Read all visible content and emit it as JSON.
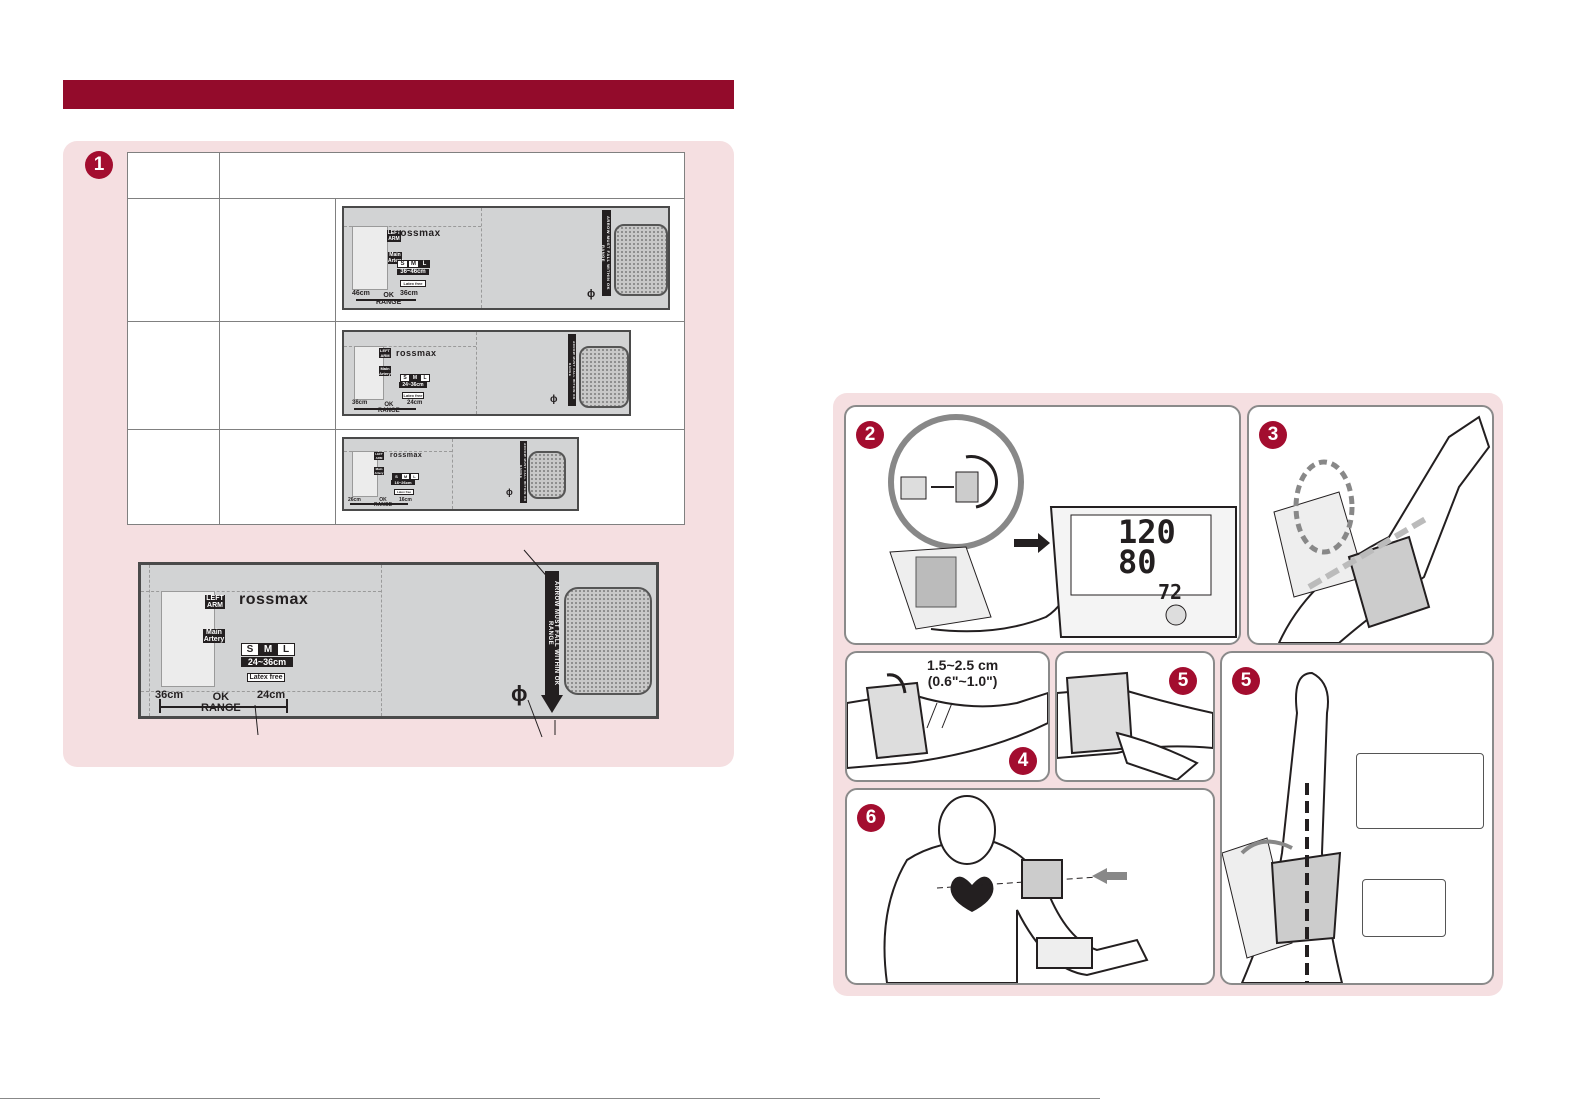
{
  "left": {
    "step_badge": "1",
    "cuffs": [
      {
        "brand": "rossmax",
        "arm_tag": "LEFT ARM",
        "artery_tag": "Main Artery",
        "sizes": [
          "S",
          "M",
          "L"
        ],
        "selected_size": "L",
        "range": "36~46cm",
        "latex": "Latex free",
        "range_min": "46cm",
        "range_max": "36cm",
        "ok": "OK",
        "range_word": "RANGE",
        "arrow_text": "ARROW MUST FALL WITHIN OK RANGE",
        "phi": "ϕ"
      },
      {
        "brand": "rossmax",
        "arm_tag": "LEFT ARM",
        "artery_tag": "Main Artery",
        "sizes": [
          "S",
          "M",
          "L"
        ],
        "selected_size": "M",
        "range": "24~36cm",
        "latex": "Latex free",
        "range_min": "36cm",
        "range_max": "24cm",
        "ok": "OK",
        "range_word": "RANGE",
        "arrow_text": "ARROW MUST FALL WITHIN OK RANGE",
        "phi": "ϕ"
      },
      {
        "brand": "rossmax",
        "arm_tag": "LEFT ARM",
        "artery_tag": "Main Artery",
        "sizes": [
          "S",
          "M",
          "L"
        ],
        "selected_size": "S",
        "range": "16~26cm",
        "latex": "Latex free",
        "range_min": "26cm",
        "range_max": "16cm",
        "ok": "OK",
        "range_word": "RANGE",
        "arrow_text": "ARROW MUST FALL WITHIN OK RANGE",
        "phi": "ϕ"
      }
    ],
    "big_cuff": {
      "brand": "rossmax",
      "arm_tag": "LEFT ARM",
      "artery_tag": "Main Artery",
      "sizes": [
        "S",
        "M",
        "L"
      ],
      "selected_size": "M",
      "range": "24~36cm",
      "latex": "Latex free",
      "range_min": "36cm",
      "range_max": "24cm",
      "ok": "OK",
      "range_word": "RANGE",
      "arrow_text": "ARROW MUST FALL WITHIN OK RANGE",
      "phi": "ϕ"
    }
  },
  "right": {
    "figures": [
      {
        "badge": "2"
      },
      {
        "badge": "3"
      },
      {
        "badge": "4",
        "distance": "1.5~2.5 cm",
        "distance_in": "(0.6\"~1.0\")"
      },
      {
        "badge": "5"
      },
      {
        "badge": "5"
      },
      {
        "badge": "6"
      }
    ],
    "monitor": {
      "sys": "120",
      "dia": "80",
      "pulse": "72"
    }
  },
  "colors": {
    "accent": "#930b2b",
    "panel": "#f5dfe1",
    "badge": "#a30d2f"
  }
}
